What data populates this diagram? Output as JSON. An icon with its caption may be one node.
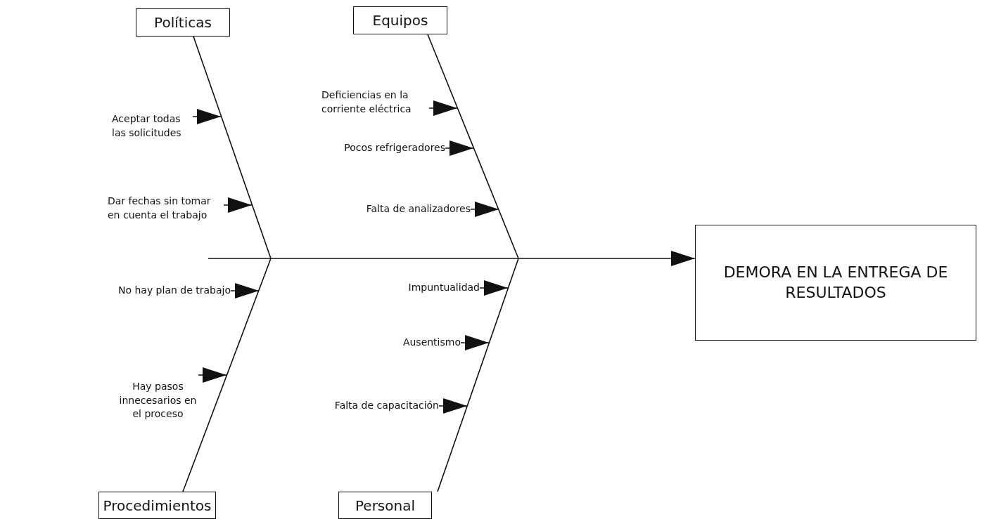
{
  "diagram": {
    "nodes": [
      {
        "text": [
          "Políticas"
        ]
      },
      {
        "text": [
          "Equipos"
        ]
      },
      {
        "text": [
          "Deficiencias en la corriente eléctrica"
        ]
      },
      {
        "text": [
          "Aceptar todas las solicitudes"
        ]
      },
      {
        "text": [
          "Pocos refrigeradores"
        ]
      },
      {
        "text": [
          "Dar fechas sin tomar en cuenta el trabajo"
        ]
      },
      {
        "text": [
          "Falta de analizadores"
        ]
      },
      {
        "text": [
          "DEMORA EN LA ENTREGA DE RESULTADOS"
        ]
      },
      {
        "text": [
          "No hay plan de trabajo"
        ]
      },
      {
        "text": [
          "Impuntualidad"
        ]
      },
      {
        "text": [
          "Hay pasos innecesarios en el proceso"
        ]
      },
      {
        "text": [
          "Ausentismo"
        ]
      },
      {
        "text": [
          "Falta de capacitación"
        ]
      },
      {
        "text": [
          "Procedimientos"
        ]
      },
      {
        "text": [
          "Personal"
        ]
      }
    ],
    "edges": [
      {
        "from": 0,
        "to": null,
        "arrow": "none"
      },
      {
        "from": 1,
        "to": null,
        "arrow": "none"
      },
      {
        "from": 13,
        "to": null,
        "arrow": "none"
      },
      {
        "from": 14,
        "to": null,
        "arrow": "none"
      },
      {
        "from": null,
        "to": 7,
        "arrow": "to"
      },
      {
        "from": 3,
        "to": null,
        "arrow": "to"
      },
      {
        "from": 5,
        "to": null,
        "arrow": "to"
      },
      {
        "from": 2,
        "to": null,
        "arrow": "to"
      },
      {
        "from": 4,
        "to": null,
        "arrow": "to"
      },
      {
        "from": 6,
        "to": null,
        "arrow": "to"
      },
      {
        "from": 8,
        "to": null,
        "arrow": "to"
      },
      {
        "from": 10,
        "to": null,
        "arrow": "to"
      },
      {
        "from": 9,
        "to": null,
        "arrow": "to"
      },
      {
        "from": 11,
        "to": null,
        "arrow": "to"
      },
      {
        "from": 12,
        "to": null,
        "arrow": "to"
      }
    ]
  }
}
